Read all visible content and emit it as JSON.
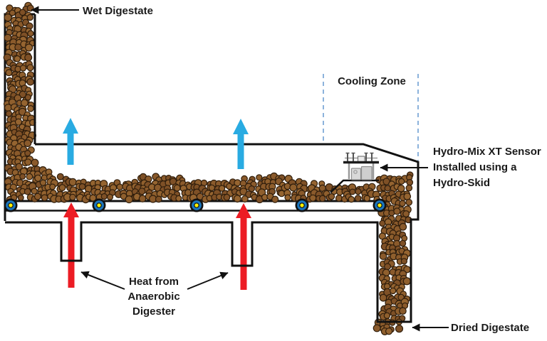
{
  "diagram": {
    "title": "Digestate belt dryer process diagram",
    "annotations": {
      "wet_digestate": "Wet Digestate",
      "cooling_zone": "Cooling Zone",
      "sensor_line1": "Hydro-Mix XT Sensor",
      "sensor_line2": "Installed using a",
      "sensor_line3": "Hydro-Skid",
      "heat_line1": "Heat from",
      "heat_line2": "Anaerobic",
      "heat_line3": "Digester",
      "dried_digestate": "Dried Digestate"
    }
  },
  "colors": {
    "heat_arrow": "#EC1C24",
    "vapor_arrow": "#29ABE2",
    "cooling_zone_dashed": "#6FA0D4",
    "roller_blue": "#1B75BC",
    "roller_yellow": "#FFF200",
    "outline": "#111111",
    "granule_outline": "#301e0c",
    "granule_fills": [
      "#8a5a2b",
      "#8f5f2d",
      "#7e5026",
      "#956430"
    ]
  }
}
